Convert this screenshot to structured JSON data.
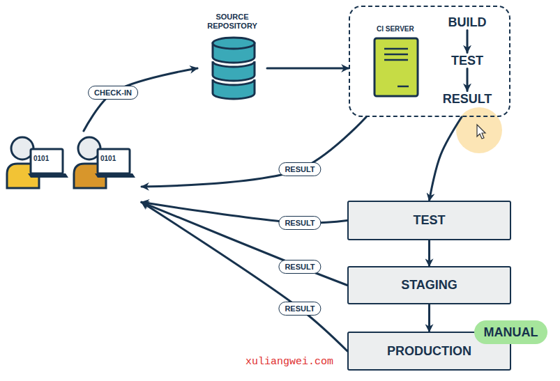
{
  "diagram": {
    "nodes": [
      {
        "text": [
          "0101",
          "0101"
        ]
      },
      {
        "text": [
          "SOURCE REPOSITORY"
        ]
      },
      {
        "text": [
          "CI SERVER"
        ]
      },
      {
        "text": [
          "BUILD"
        ],
        "in": 2
      },
      {
        "text": [
          "TEST"
        ],
        "in": 2
      },
      {
        "text": [
          "RESULT"
        ],
        "in": 2
      },
      {
        "text": [
          "TEST"
        ]
      },
      {
        "text": [
          "STAGING"
        ]
      },
      {
        "text": [
          "PRODUCTION"
        ]
      },
      {
        "text": [
          "MANUAL"
        ],
        "in": 8
      }
    ],
    "edges": [
      {
        "from": 0,
        "to": 1,
        "label": "CHECK-IN",
        "arrow": "to"
      },
      {
        "from": 1,
        "to": 2,
        "arrow": "to"
      },
      {
        "from": 3,
        "to": 4,
        "arrow": "to"
      },
      {
        "from": 4,
        "to": 5,
        "arrow": "to"
      },
      {
        "from": 2,
        "to": 0,
        "label": "RESULT",
        "arrow": "to"
      },
      {
        "from": 2,
        "to": 6,
        "arrow": "to"
      },
      {
        "from": 6,
        "to": 7,
        "arrow": "to"
      },
      {
        "from": 7,
        "to": 8,
        "arrow": "to"
      },
      {
        "from": 6,
        "to": 0,
        "label": "RESULT",
        "arrow": "to"
      },
      {
        "from": 7,
        "to": 0,
        "label": "RESULT",
        "arrow": "to"
      },
      {
        "from": 8,
        "to": 0,
        "label": "RESULT",
        "arrow": "to"
      }
    ],
    "labels": [
      "xuliangwei.com"
    ]
  }
}
